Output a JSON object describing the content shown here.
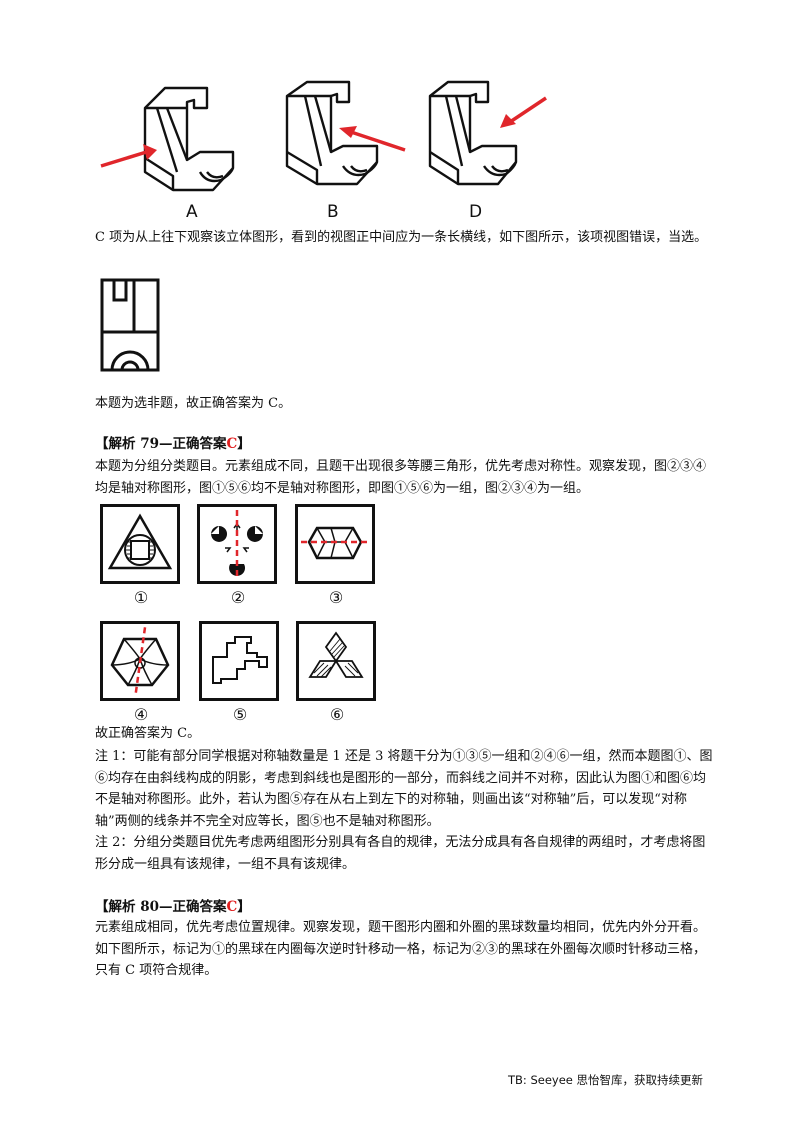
{
  "top_figures": {
    "labels": [
      "A",
      "B",
      "D"
    ]
  },
  "paragraph_c": "C 项为从上往下观察该立体图形，看到的视图正中间应为一条长横线，如下图所示，该项视图错误，当选。",
  "conclusion_78": "本题为选非题，故正确答案为 C。",
  "q79": {
    "heading_prefix": "【解析 79—正确答案",
    "heading_answer": "C",
    "heading_suffix": "】",
    "intro": "本题为分组分类题目。元素组成不同，且题干出现很多等腰三角形，优先考虑对称性。观察发现，图②③④均是轴对称图形，图①⑤⑥均不是轴对称图形，即图①⑤⑥为一组，图②③④为一组。",
    "figure_labels": [
      "①",
      "②",
      "③",
      "④",
      "⑤",
      "⑥"
    ],
    "answer_line": "故正确答案为 C。",
    "note1": "注 1：可能有部分同学根据对称轴数量是 1 还是 3 将题干分为①③⑤一组和②④⑥一组，然而本题图①、图⑥均存在由斜线构成的阴影，考虑到斜线也是图形的一部分，而斜线之间并不对称，因此认为图①和图⑥均不是轴对称图形。此外，若认为图⑤存在从右上到左下的对称轴，则画出该“对称轴”后，可以发现“对称轴”两侧的线条并不完全对应等长，图⑤也不是轴对称图形。",
    "note2": "注 2：分组分类题目优先考虑两组图形分别具有各自的规律，无法分成具有各自规律的两组时，才考虑将图形分成一组具有该规律，一组不具有该规律。"
  },
  "q80": {
    "heading_prefix": "【解析 80—正确答案",
    "heading_answer": "C",
    "heading_suffix": "】",
    "body": "元素组成相同，优先考虑位置规律。观察发现，题干图形内圈和外圈的黑球数量均相同，优先内外分开看。如下图所示，标记为①的黑球在内圈每次逆时针移动一格，标记为②③的黑球在外圈每次顺时针移动三格，只有 C 项符合规律。"
  },
  "footer": "TB: Seeyee 思怡智库，获取持续更新",
  "colors": {
    "accent": "#e02020",
    "text": "#111111"
  }
}
